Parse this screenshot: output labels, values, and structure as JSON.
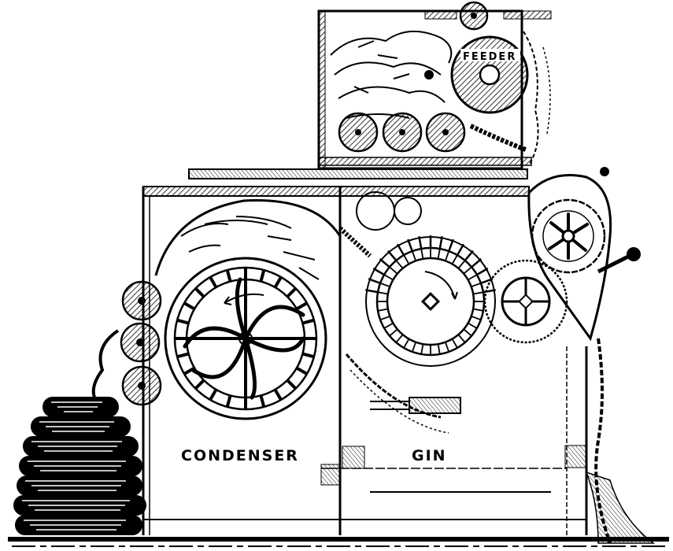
{
  "figure": {
    "labels": {
      "feeder": "FEEDER",
      "condenser": "CONDENSER",
      "gin": "GIN"
    },
    "colors": {
      "ink": "#000000",
      "paper": "#ffffff"
    }
  }
}
